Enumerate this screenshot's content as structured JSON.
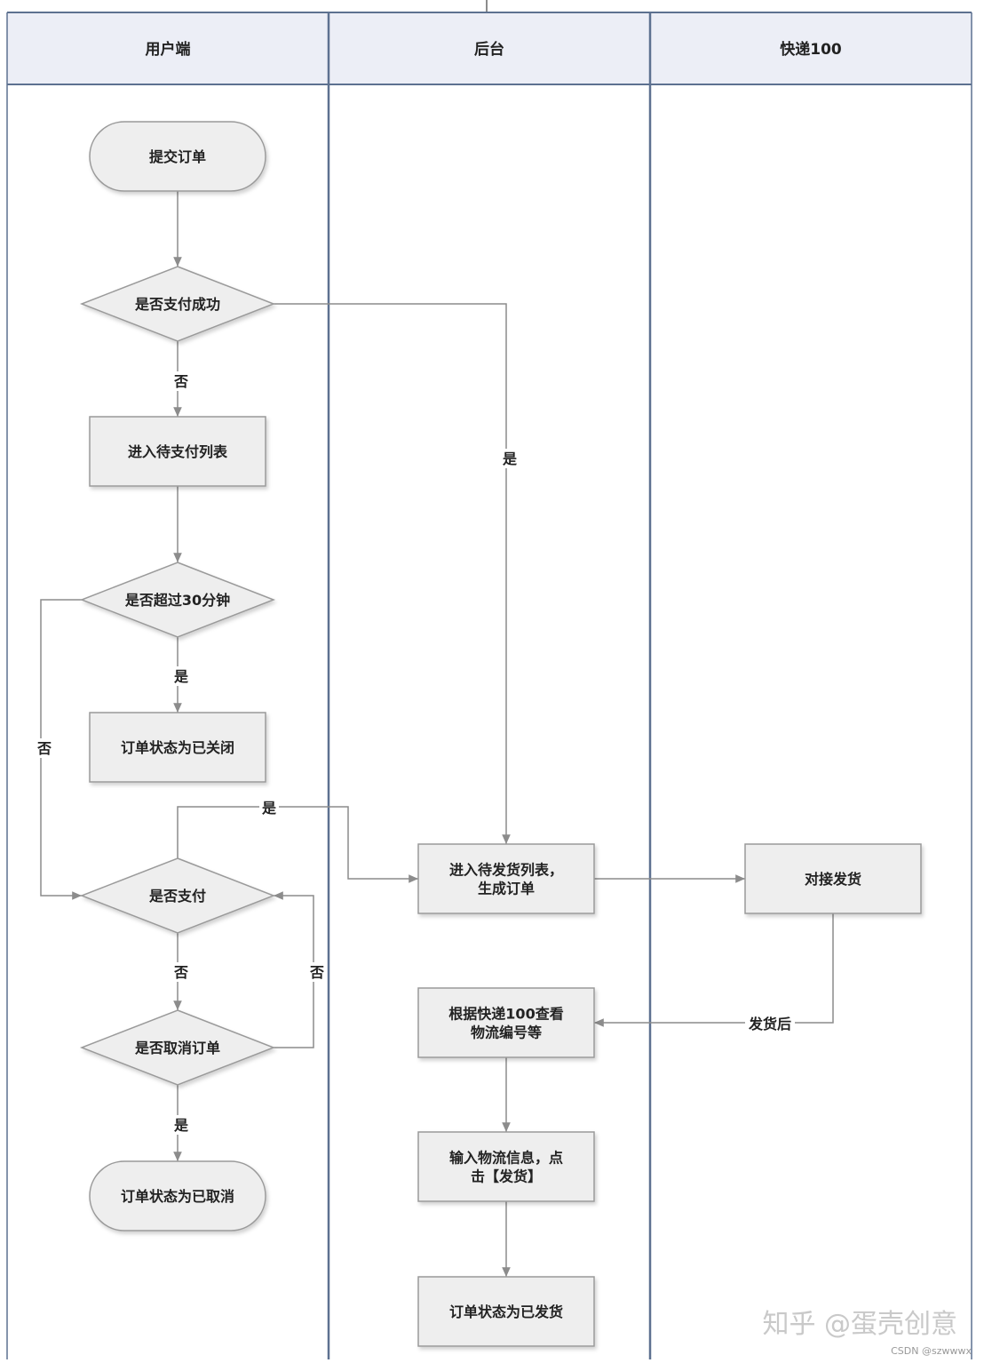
{
  "lanes": [
    {
      "id": "user",
      "label": "用户端"
    },
    {
      "id": "backend",
      "label": "后台"
    },
    {
      "id": "kd100",
      "label": "快递100"
    }
  ],
  "nodes": {
    "submit": {
      "label": [
        "提交订单"
      ]
    },
    "paid_ok": {
      "label": [
        "是否支付成功"
      ]
    },
    "pending_pay": {
      "label": [
        "进入待支付列表"
      ]
    },
    "over30": {
      "label": [
        "是否超过30分钟"
      ]
    },
    "closed": {
      "label": [
        "订单状态为已关闭"
      ]
    },
    "is_paid": {
      "label": [
        "是否支付"
      ]
    },
    "is_cancel": {
      "label": [
        "是否取消订单"
      ]
    },
    "cancelled": {
      "label": [
        "订单状态为已取消"
      ]
    },
    "pending_ship": {
      "label": [
        "进入待发货列表，",
        "生成订单"
      ]
    },
    "dock_ship": {
      "label": [
        "对接发货"
      ]
    },
    "query_kd": {
      "label": [
        "根据快递100查看",
        "物流编号等"
      ]
    },
    "input_ship": {
      "label": [
        "输入物流信息，点",
        "击【发货】"
      ]
    },
    "shipped": {
      "label": [
        "订单状态为已发货"
      ]
    }
  },
  "edges": [
    {
      "from": "submit",
      "to": "paid_ok",
      "label": ""
    },
    {
      "from": "paid_ok",
      "to": "pending_pay",
      "label": "否"
    },
    {
      "from": "paid_ok",
      "to": "pending_ship",
      "label": "是"
    },
    {
      "from": "pending_pay",
      "to": "over30",
      "label": ""
    },
    {
      "from": "over30",
      "to": "closed",
      "label": "是"
    },
    {
      "from": "over30",
      "to": "is_paid",
      "label": "否"
    },
    {
      "from": "is_paid",
      "to": "pending_ship",
      "label": "是"
    },
    {
      "from": "is_paid",
      "to": "is_cancel",
      "label": "否"
    },
    {
      "from": "is_cancel",
      "to": "is_paid",
      "label": "否"
    },
    {
      "from": "is_cancel",
      "to": "cancelled",
      "label": "是"
    },
    {
      "from": "pending_ship",
      "to": "dock_ship",
      "label": ""
    },
    {
      "from": "dock_ship",
      "to": "query_kd",
      "label": "发货后"
    },
    {
      "from": "query_kd",
      "to": "input_ship",
      "label": ""
    },
    {
      "from": "input_ship",
      "to": "shipped",
      "label": ""
    }
  ],
  "watermark": {
    "text": "知乎 @蛋壳创意",
    "credit": "CSDN @szwwwx"
  },
  "colors": {
    "lane_header_bg": "#eceef6",
    "lane_border": "#5d7190",
    "node_fill": "#eeeeee",
    "node_stroke": "#9a9a9a",
    "edge": "#8c8c8c"
  }
}
